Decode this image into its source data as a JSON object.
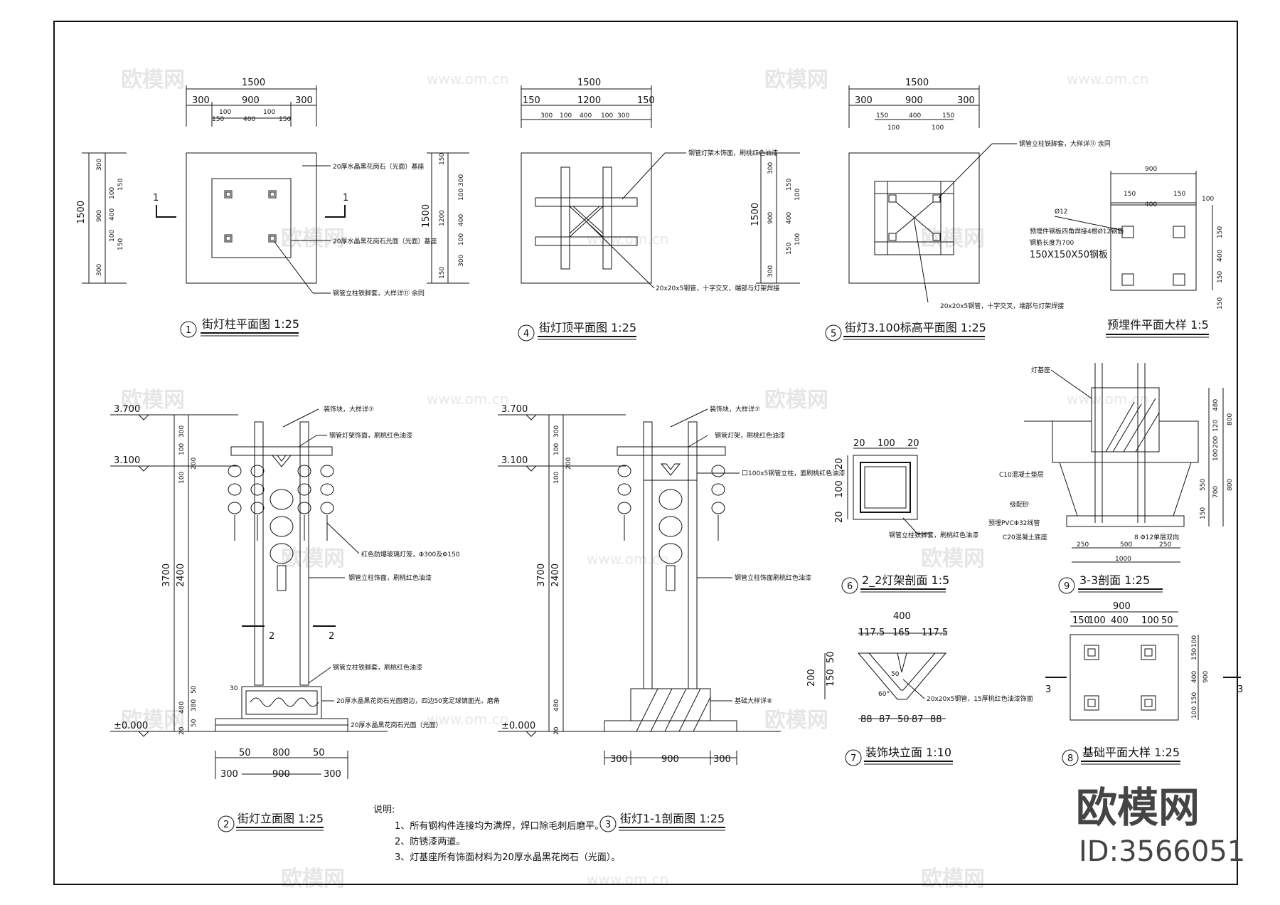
{
  "watermark": {
    "brand": "欧模网",
    "url": "www.om.cn",
    "id": "ID:3566051"
  },
  "plan1": {
    "num": "1",
    "title": "街灯柱平面图 1:25",
    "dims_top": [
      "1500",
      "300",
      "900",
      "300",
      "100",
      "100",
      "150",
      "400",
      "150"
    ],
    "dims_left": [
      "1500",
      "300",
      "150",
      "100",
      "900",
      "400",
      "100",
      "150",
      "300"
    ],
    "section_mark": "1",
    "note1": "20厚水晶黑花岗石（光面）基座",
    "note2": "20厚水晶黑花岗石光面（光面）基座",
    "note3": "钢管立柱铁脚套，大样详⑪ 余同"
  },
  "plan4": {
    "num": "4",
    "title": "街灯顶平面图 1:25",
    "dims_top": [
      "1500",
      "150",
      "1200",
      "150",
      "300",
      "100",
      "400",
      "100",
      "300"
    ],
    "dims_right": [
      "1500",
      "150",
      "300",
      "100",
      "1200",
      "400",
      "100",
      "300",
      "150"
    ],
    "note1": "钢管灯架木饰面，刷桃红色油漆",
    "note2": "20x20x5钢管，十字交叉，端部与灯架焊接"
  },
  "plan5": {
    "num": "5",
    "title": "街灯3.100标高平面图 1:25",
    "dims_top": [
      "1500",
      "300",
      "900",
      "300",
      "150",
      "400",
      "150",
      "100",
      "100"
    ],
    "dims_left": [
      "1500",
      "300",
      "150",
      "100",
      "900",
      "400",
      "100",
      "150",
      "300"
    ],
    "note1": "钢管立柱铁脚套，大样详⑪ 余同",
    "note2": "20x20x5钢管，十字交叉，端部与灯架焊接"
  },
  "embed": {
    "title": "预埋件平面大样 1:5",
    "dims": [
      "900",
      "150",
      "400",
      "150",
      "100",
      "150",
      "400",
      "150",
      "150"
    ],
    "dia": "Ø12",
    "note1": "预埋件钢板四角焊接4根Ø12钢筋",
    "note2": "钢筋长度为700",
    "note3": "150X150X50钢板"
  },
  "elev2": {
    "num": "2",
    "title": "街灯立面图 1:25",
    "levels": [
      "3.700",
      "3.100",
      "±0.000"
    ],
    "dims_left": [
      "300",
      "100",
      "200",
      "100",
      "3700",
      "2400",
      "50",
      "380",
      "480",
      "50",
      "20",
      "30"
    ],
    "dims_bottom": [
      "50",
      "800",
      "50",
      "300",
      "900",
      "300"
    ],
    "section_mark": "2",
    "notes": [
      "装饰块，大样详⑦",
      "钢管灯架饰面，刷桃红色油漆",
      "红色防爆玻璃灯笼，Φ300及Φ150",
      "钢管立柱饰面，刷桃红色油漆",
      "钢管立柱铁脚套，刷桃红色油漆",
      "20厚水晶黑花岗石光面磨边，四边50宽足球镜面光，磨角",
      "20厚水晶黑花岗石光面（光面）"
    ]
  },
  "sec3": {
    "num": "3",
    "title": "街灯1-1剖面图 1:25",
    "levels": [
      "3.700",
      "3.100",
      "±0.000"
    ],
    "dims_left": [
      "300",
      "100",
      "200",
      "100",
      "3700",
      "2400",
      "480",
      "20"
    ],
    "dims_bottom": [
      "300",
      "900",
      "300"
    ],
    "notes": [
      "装饰块，大样详⑦",
      "钢管灯架，刷桃红色油漆",
      "口100x5钢管立柱，面刷桃红色油漆",
      "钢管立柱饰面刷桃红色油漆",
      "基础大样详⑧"
    ]
  },
  "sec6": {
    "num": "6",
    "title": "2_2灯架剖面 1:5",
    "dims": [
      "20",
      "100",
      "20",
      "20",
      "100",
      "20"
    ],
    "note": "钢管立柱铁脚套，刷桃红色油漆"
  },
  "sec9": {
    "num": "9",
    "title": "3-3剖面 1:25",
    "labels": [
      "灯基座",
      "C10混凝土垫层",
      "级配砂",
      "预埋PVCΦ32线管",
      "C20混凝土底座",
      "8 Φ12单层双向"
    ],
    "dims_right": [
      "480",
      "120",
      "200",
      "100",
      "800",
      "550",
      "700",
      "800",
      "150"
    ],
    "dims_bottom": [
      "250",
      "500",
      "250",
      "1000"
    ]
  },
  "deco7": {
    "num": "7",
    "title": "装饰块立面 1:10",
    "dims": [
      "400",
      "117.5",
      "165",
      "117.5",
      "200",
      "150",
      "50",
      "88",
      "87",
      "50",
      "87",
      "88",
      "60°",
      "50"
    ],
    "note": "20x20x5钢管，15厚桃红色油漆饰面"
  },
  "found8": {
    "num": "8",
    "title": "基础平面大样 1:25",
    "dims": [
      "900",
      "150",
      "100",
      "400",
      "100",
      "50",
      "100",
      "150",
      "400",
      "900",
      "150",
      "100"
    ],
    "section_mark": "3"
  },
  "notes": {
    "heading": "说明:",
    "items": [
      "1、所有钢构件连接均为满焊，焊口除毛刺后磨平。",
      "2、防锈漆两道。",
      "3、灯基座所有饰面材料为20厚水晶黑花岗石（光面）。"
    ]
  }
}
